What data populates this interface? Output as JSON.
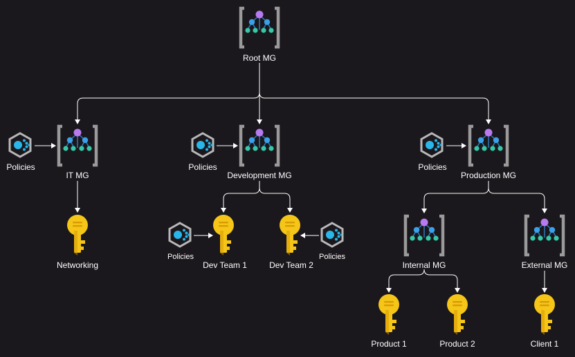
{
  "management_groups": {
    "root": "Root MG",
    "it": "IT MG",
    "development": "Development MG",
    "production": "Production MG",
    "internal": "Internal MG",
    "external": "External MG"
  },
  "subscriptions": {
    "networking": "Networking",
    "dev_team_1": "Dev Team 1",
    "dev_team_2": "Dev Team 2",
    "product_1": "Product 1",
    "product_2": "Product 2",
    "client_1": "Client 1"
  },
  "policies": {
    "it": "Policies",
    "development": "Policies",
    "production": "Policies",
    "dev_team_1": "Policies",
    "dev_team_2": "Policies"
  },
  "icons": {
    "management_group": "management-group-icon",
    "subscription": "key-icon",
    "policy": "policy-icon"
  },
  "colors": {
    "background": "#1b181d",
    "bracket": "#9a9a9a",
    "node_top": "#b77af0",
    "node_mid": "#3aa0e8",
    "node_leaf": "#36c9a8",
    "key_gold": "#f5c518",
    "key_shadow": "#d99a06",
    "policy_hex": "#b8b8b8",
    "policy_dot": "#29b6e8"
  }
}
